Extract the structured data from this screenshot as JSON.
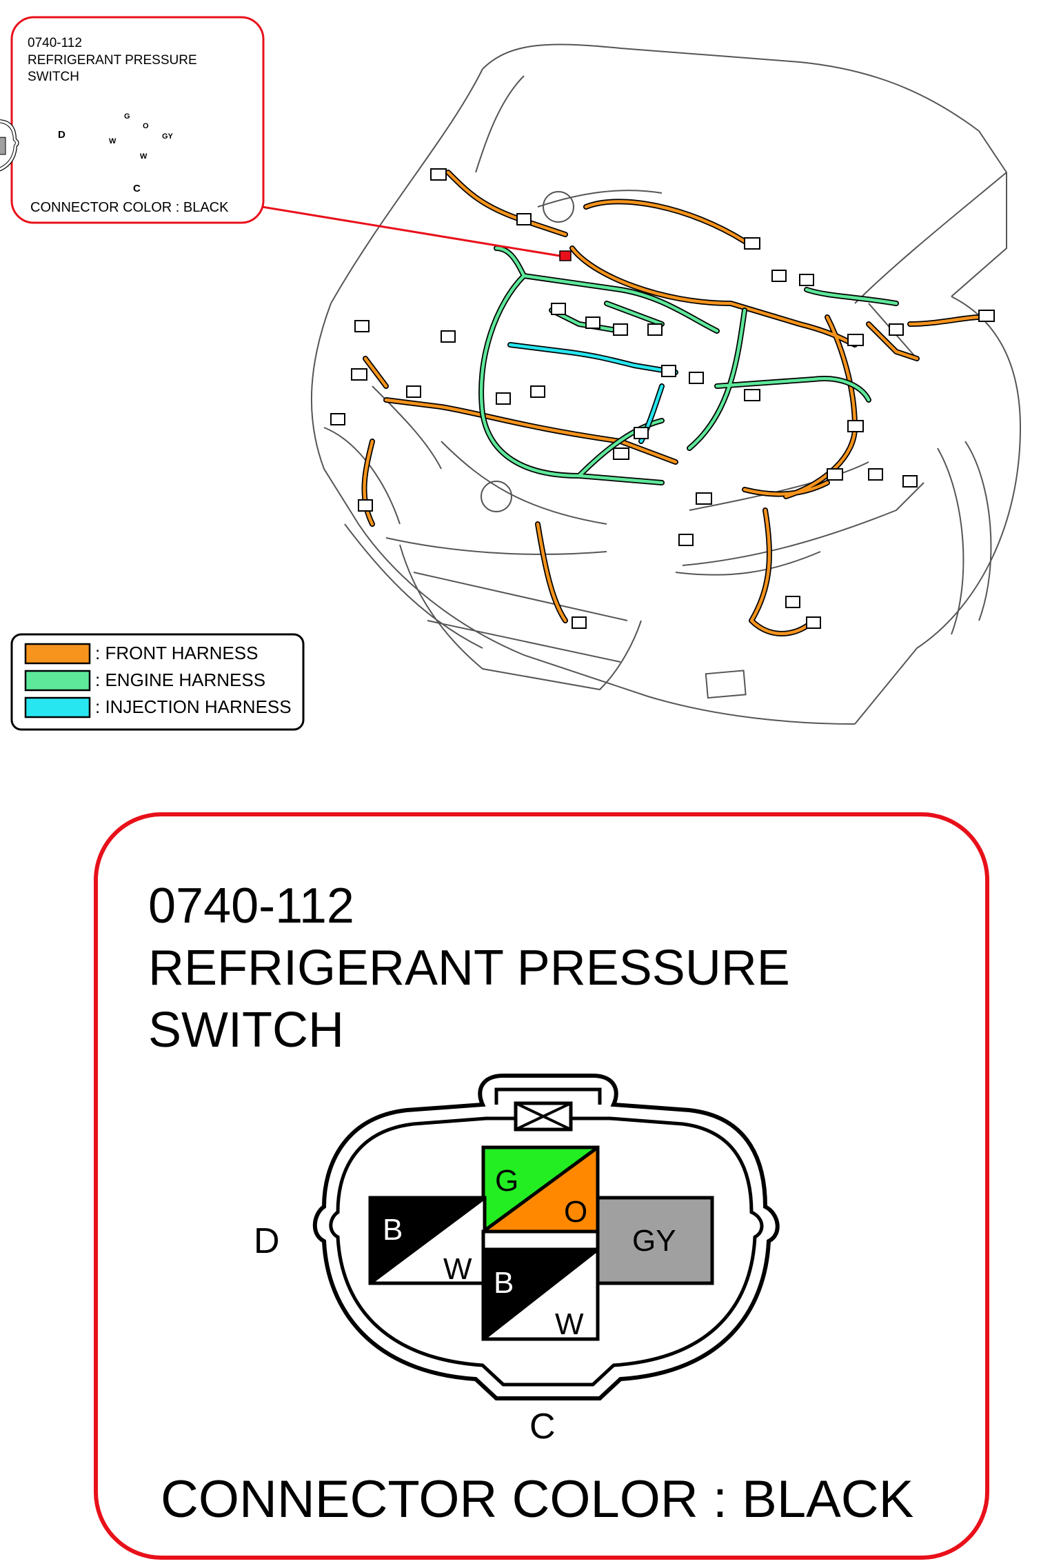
{
  "small_callout": {
    "part_number": "0740-112",
    "name_line1": "REFRIGERANT PRESSURE",
    "name_line2": "SWITCH",
    "connector_color": "CONNECTOR COLOR : BLACK",
    "terminal_label_left": "D",
    "terminal_label_bottom": "C",
    "border_color": "#e8101a"
  },
  "legend": {
    "items": [
      {
        "label": ": FRONT HARNESS",
        "color": "#f7941d"
      },
      {
        "label": ": ENGINE HARNESS",
        "color": "#5ee89a"
      },
      {
        "label": ": INJECTION HARNESS",
        "color": "#28e6f0"
      }
    ]
  },
  "main_callout": {
    "part_number": "0740-112",
    "name_line1": "REFRIGERANT PRESSURE",
    "name_line2": "SWITCH",
    "connector_color": "CONNECTOR COLOR : BLACK",
    "terminal_label_left": "D",
    "terminal_label_bottom": "C",
    "border_color": "#e8101a"
  },
  "connector": {
    "pin_top_upper": "G",
    "pin_top_lower": "O",
    "pin_left_upper": "B",
    "pin_left_lower": "W",
    "pin_bottom_upper": "B",
    "pin_bottom_lower": "W",
    "pin_right": "GY",
    "colors": {
      "green": "#22ee22",
      "orange": "#ff8800",
      "black": "#000000",
      "gray": "#a0a0a0",
      "white": "#ffffff"
    }
  },
  "harness_colors": {
    "front": "#f7941d",
    "engine": "#5ee89a",
    "injection": "#28e6f0"
  }
}
